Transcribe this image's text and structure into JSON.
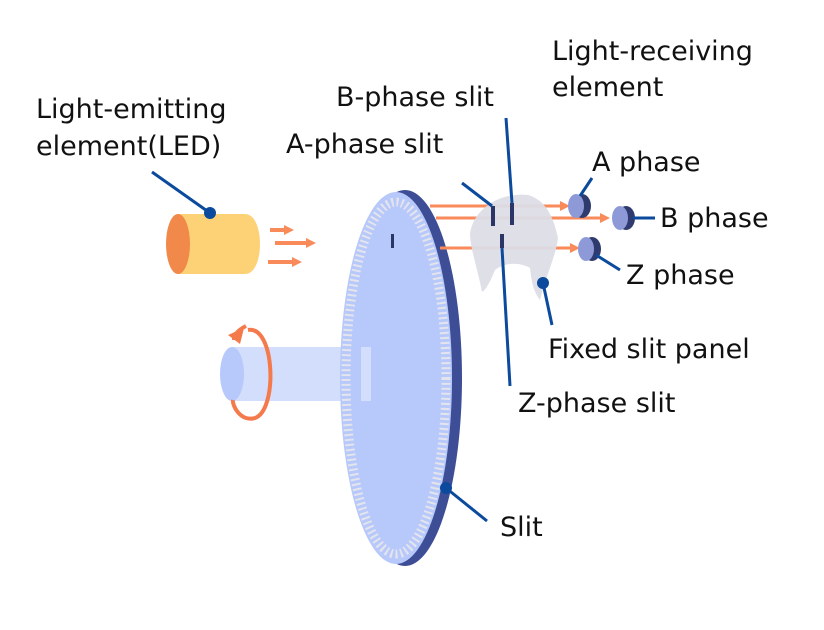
{
  "diagram": {
    "title": "Optical rotary encoder structure",
    "labels": {
      "light_emitting": [
        "Light-emitting",
        "element(LED)"
      ],
      "light_receiving": [
        "Light-receiving",
        "element"
      ],
      "b_phase_slit": "B-phase slit",
      "a_phase_slit": "A-phase slit",
      "a_phase": "A phase",
      "b_phase": "B phase",
      "z_phase": "Z phase",
      "fixed_slit_panel": "Fixed slit panel",
      "z_phase_slit": "Z-phase slit",
      "slit": "Slit"
    },
    "colors": {
      "leader_line": "#0b4a9c",
      "light_beam": "#f98a5a",
      "led_body": "#fdd277",
      "led_face": "#f0894a",
      "disk_face": "#b7c8fb",
      "disk_edge": "#3e4e96",
      "disk_slits": "#e4e4ec",
      "shaft": "#d3defd",
      "shaft_end": "#b7c8fb",
      "rotation_arrow": "#f47a4c",
      "fixed_panel": "#dcdde6",
      "slit_mark": "#2b3566",
      "receiver_face": "#8e9ad8",
      "receiver_body": "#2f3a6e"
    }
  }
}
